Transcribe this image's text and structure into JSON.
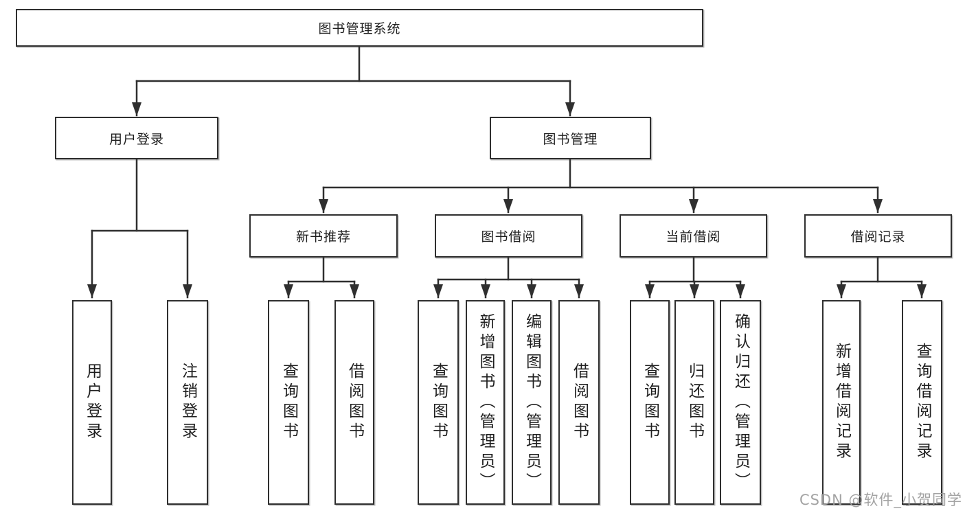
{
  "watermark": "CSDN @软件_小贺同学",
  "colors": {
    "border": "#2f2f2f",
    "line": "#2f2f2f",
    "text": "#1f1f1f",
    "watermark": "#9e9e9e",
    "background": "#ffffff"
  },
  "nodes": {
    "root": "图书管理系统",
    "user_login": "用户登录",
    "book_mgmt": "图书管理",
    "leaf_user_login": "用户登录",
    "leaf_logout": "注销登录",
    "new_book": "新书推荐",
    "borrow": "图书借阅",
    "current": "当前借阅",
    "records": "借阅记录",
    "nb_query": "查询图书",
    "nb_borrow": "借阅图书",
    "bw_query": "查询图书",
    "bw_add": "新增图书（管理员）",
    "bw_edit": "编辑图书（管理员）",
    "bw_borrow": "借阅图书",
    "cu_query": "查询图书",
    "cu_return": "归还图书",
    "cu_confirm": "确认归还（管理员）",
    "re_add": "新增借阅记录",
    "re_query": "查询借阅记录"
  }
}
